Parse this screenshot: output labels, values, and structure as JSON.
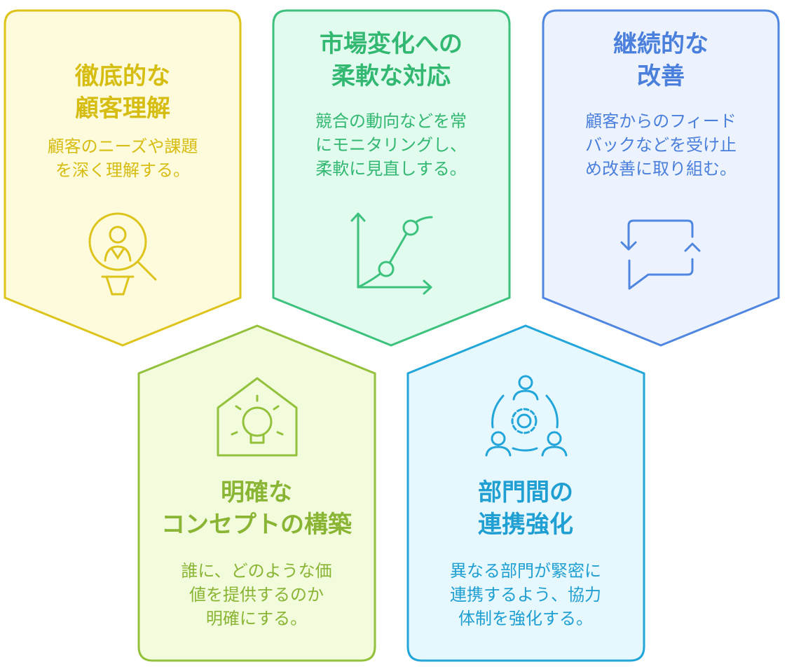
{
  "colors": {
    "yellow": "#dcc41c",
    "green": "#3dc27d",
    "blue": "#4f86e0",
    "lime": "#93c13c",
    "cyan": "#22a6d9"
  },
  "cards": [
    {
      "title": "徹底的な\n顧客理解",
      "desc": "顧客のニーズや課題\nを深く理解する。",
      "icon": "customer-search-icon"
    },
    {
      "title": "市場変化への\n柔軟な対応",
      "desc": "競合の動向などを常\nにモニタリングし、\n柔軟に見直しする。",
      "icon": "growth-curve-icon"
    },
    {
      "title": "継続的な\n改善",
      "desc": "顧客からのフィード\nバックなどを受け止\nめ改善に取り組む。",
      "icon": "feedback-cycle-icon"
    },
    {
      "title": "明確な\nコンセプトの構築",
      "desc": "誰に、どのような価\n値を提供するのか\n明確にする。",
      "icon": "idea-house-icon"
    },
    {
      "title": "部門間の\n連携強化",
      "desc": "異なる部門が緊密に\n連携するよう、協力\n体制を強化する。",
      "icon": "team-collaboration-icon"
    }
  ]
}
